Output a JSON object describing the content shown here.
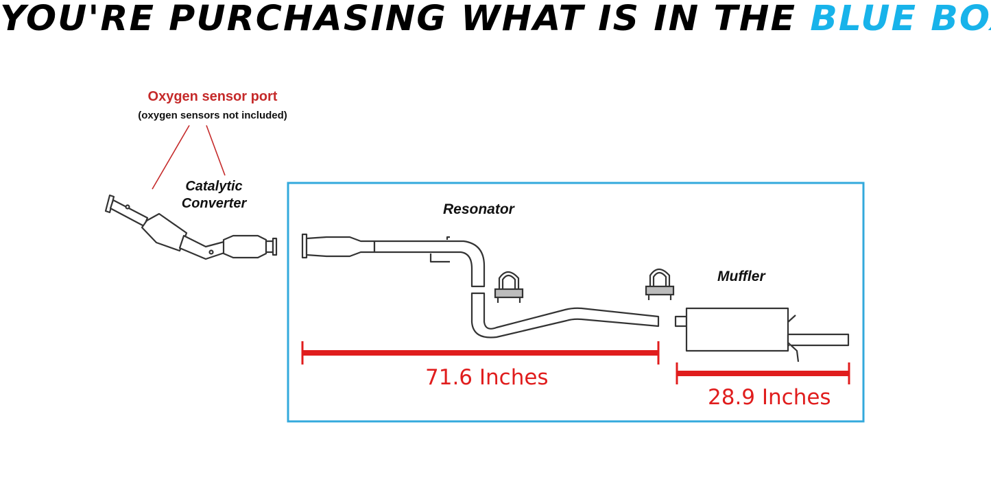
{
  "headline": {
    "prefix": "YOU'RE PURCHASING WHAT IS IN THE ",
    "highlight": "BLUE BOX",
    "text_color": "#000000",
    "highlight_color": "#18b3ea"
  },
  "labels": {
    "oxygen_port": "Oxygen sensor port",
    "oxygen_note": "(oxygen sensors not included)",
    "catalytic_line1": "Catalytic",
    "catalytic_line2": "Converter",
    "resonator": "Resonator",
    "muffler": "Muffler"
  },
  "dimensions": {
    "front": "71.6 Inches",
    "rear": "28.9 Inches"
  },
  "colors": {
    "box_border": "#33a9dc",
    "dimension_red": "#e01d1d",
    "callout_red": "#c52a2a"
  }
}
